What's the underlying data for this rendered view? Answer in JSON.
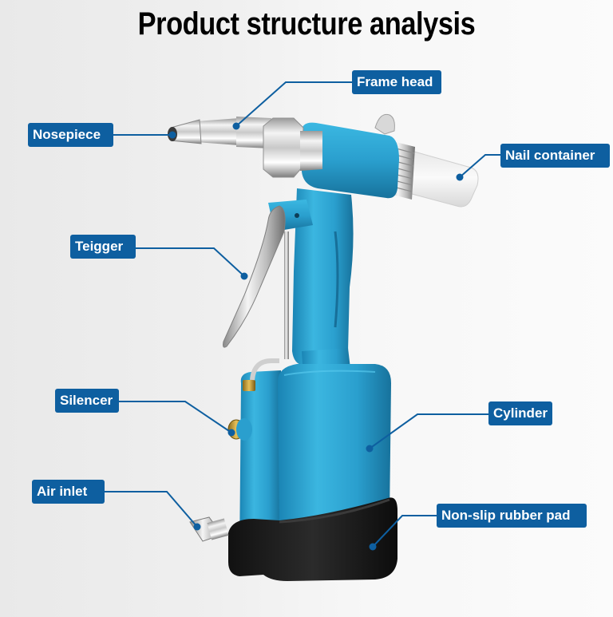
{
  "title": "Product structure analysis",
  "accent_color": "#0e5fa0",
  "callouts": [
    {
      "id": "nosepiece",
      "label": "Nosepiece"
    },
    {
      "id": "frame-head",
      "label": "Frame head"
    },
    {
      "id": "nail-container",
      "label": "Nail container"
    },
    {
      "id": "trigger",
      "label": "Teigger"
    },
    {
      "id": "silencer",
      "label": "Silencer"
    },
    {
      "id": "cylinder",
      "label": "Cylinder"
    },
    {
      "id": "air-inlet",
      "label": "Air inlet"
    },
    {
      "id": "rubber-pad",
      "label": "Non-slip rubber pad"
    }
  ],
  "product": {
    "name": "pneumatic rivet gun",
    "body_color": "#2a9fce",
    "pad_color": "#1a1a1a"
  }
}
